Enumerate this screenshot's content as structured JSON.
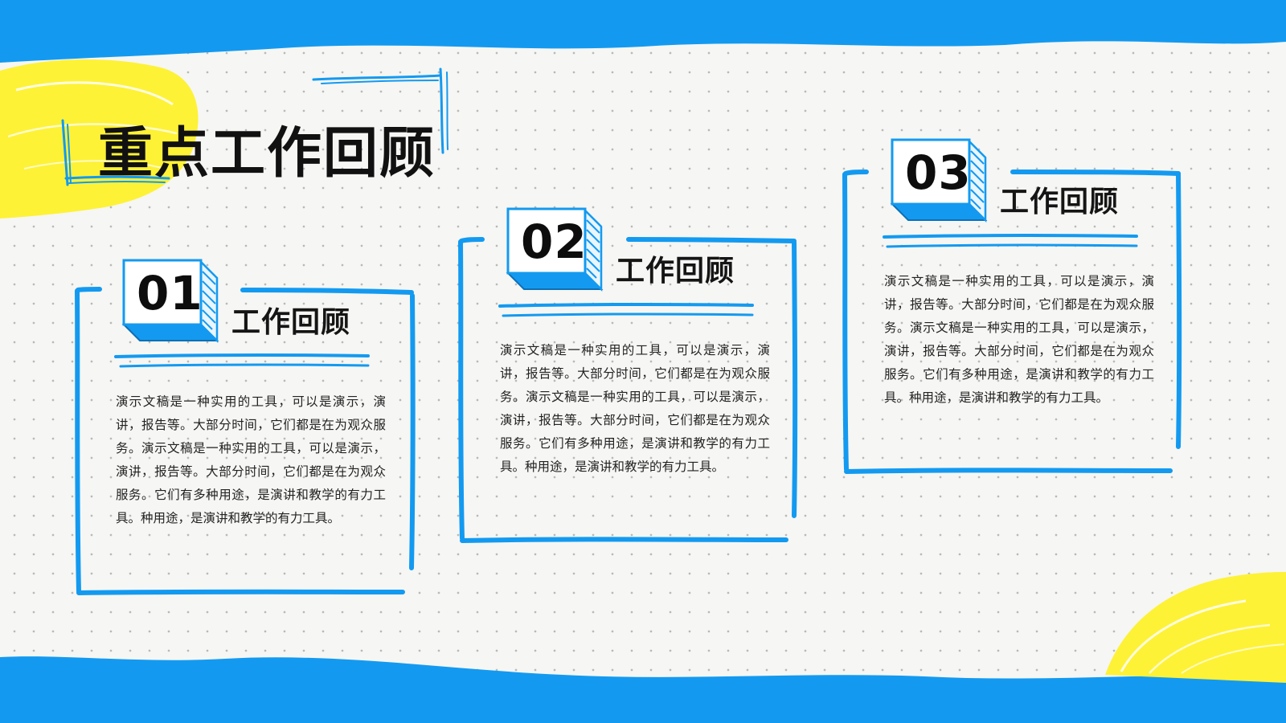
{
  "title": "重点工作回顾",
  "colors": {
    "blue": "#139af0",
    "yellow": "#fdf236",
    "ink": "#111111",
    "paper": "#f6f6f4"
  },
  "cards": [
    {
      "number": "01",
      "title": "工作回顾",
      "body": "演示文稿是一种实用的工具，可以是演示，演讲，报告等。大部分时间，它们都是在为观众服务。演示文稿是一种实用的工具，可以是演示，演讲，报告等。大部分时间，它们都是在为观众服务。它们有多种用途，是演讲和教学的有力工具。种用途，是演讲和教学的有力工具。"
    },
    {
      "number": "02",
      "title": "工作回顾",
      "body": "演示文稿是一种实用的工具，可以是演示，演讲，报告等。大部分时间，它们都是在为观众服务。演示文稿是一种实用的工具，可以是演示，演讲，报告等。大部分时间，它们都是在为观众服务。它们有多种用途，是演讲和教学的有力工具。种用途，是演讲和教学的有力工具。"
    },
    {
      "number": "03",
      "title": "工作回顾",
      "body": "演示文稿是一种实用的工具，可以是演示，演讲，报告等。大部分时间，它们都是在为观众服务。演示文稿是一种实用的工具，可以是演示，演讲，报告等。大部分时间，它们都是在为观众服务。它们有多种用途，是演讲和教学的有力工具。种用途，是演讲和教学的有力工具。"
    }
  ]
}
